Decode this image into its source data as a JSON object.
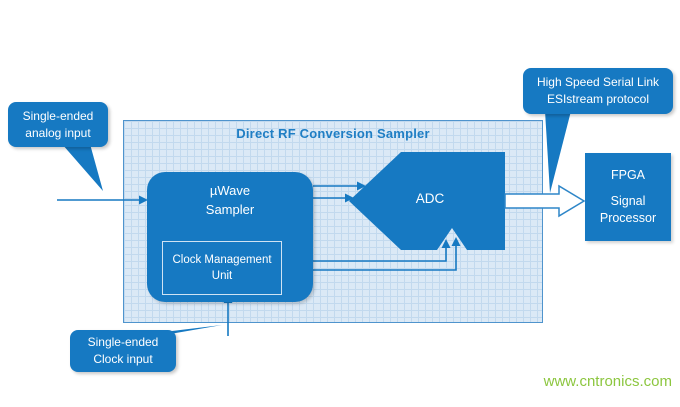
{
  "diagram": {
    "title": "Direct RF Conversion Sampler",
    "blocks": {
      "sampler": {
        "line1": "µWave",
        "line2": "Sampler"
      },
      "cmu": {
        "line1": "Clock Management",
        "line2": "Unit"
      },
      "adc": {
        "label": "ADC"
      },
      "fpga": {
        "line1": "FPGA",
        "line2": "Signal",
        "line3": "Processor"
      }
    },
    "callouts": {
      "analog_input": {
        "line1": "Single-ended",
        "line2": "analog input"
      },
      "serial_link": {
        "line1": "High Speed Serial Link",
        "line2": "ESIstream protocol"
      },
      "clock_input": {
        "line1": "Single-ended",
        "line2": "Clock input"
      }
    }
  },
  "colors": {
    "primary_blue": "#1679c2",
    "container_fill": "#dbe9f6",
    "container_grid_line": "#c2d9ee",
    "container_border": "#4f94cd",
    "watermark_green": "#8cc63f"
  },
  "watermark": "www.cntronics.com"
}
